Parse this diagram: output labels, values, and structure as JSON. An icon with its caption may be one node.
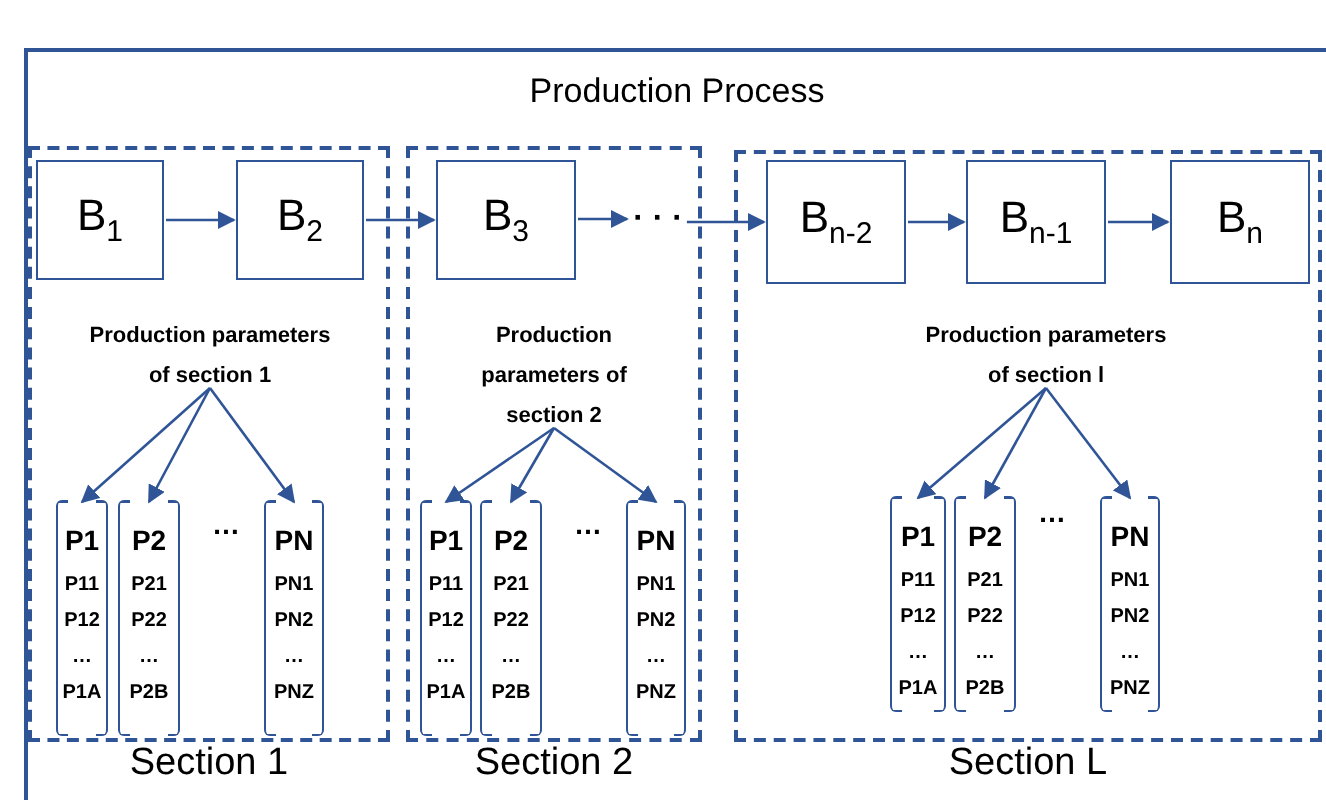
{
  "diagram": {
    "nodes": [
      {
        "text": [
          "Production Process"
        ]
      },
      {
        "text": [
          "Section 1"
        ],
        "in": 0
      },
      {
        "text": [
          "B$_{1}$"
        ],
        "in": 1
      },
      {
        "text": [
          "B$_{2}$"
        ],
        "in": 1
      },
      {
        "text": [
          "Production parameters of section 1"
        ],
        "in": 1
      },
      {
        "text": [
          "P1",
          "P11",
          "P12",
          "…",
          "P1A"
        ],
        "in": 1
      },
      {
        "text": [
          "P2",
          "P21",
          "P22",
          "…",
          "P2B"
        ],
        "in": 1
      },
      {
        "text": [
          "PN",
          "PN1",
          "PN2",
          "…",
          "PNZ"
        ],
        "in": 1
      },
      {
        "text": [
          "Section 2"
        ],
        "in": 0
      },
      {
        "text": [
          "B$_{3}$"
        ],
        "in": 8
      },
      {
        "text": [
          "Production parameters of section 2"
        ],
        "in": 8
      },
      {
        "text": [
          "P1",
          "P11",
          "P12",
          "…",
          "P1A"
        ],
        "in": 8
      },
      {
        "text": [
          "P2",
          "P21",
          "P22",
          "…",
          "P2B"
        ],
        "in": 8
      },
      {
        "text": [
          "PN",
          "PN1",
          "PN2",
          "…",
          "PNZ"
        ],
        "in": 8
      },
      {
        "text": [
          "· · ·"
        ],
        "in": 8
      },
      {
        "text": [
          "Section L"
        ],
        "in": 0
      },
      {
        "text": [
          "B$_{n-2}$"
        ],
        "in": 15
      },
      {
        "text": [
          "B$_{n-1}$"
        ],
        "in": 15
      },
      {
        "text": [
          "B$_{n}$"
        ],
        "in": 15
      },
      {
        "text": [
          "Production parameters of section l"
        ],
        "in": 15
      },
      {
        "text": [
          "P1",
          "P11",
          "P12",
          "…",
          "P1A"
        ],
        "in": 15
      },
      {
        "text": [
          "P2",
          "P21",
          "P22",
          "…",
          "P2B"
        ],
        "in": 15
      },
      {
        "text": [
          "PN",
          "PN1",
          "PN2",
          "…",
          "PNZ"
        ],
        "in": 15
      }
    ],
    "edges": [
      {
        "from": 2,
        "to": 3,
        "arrow": "to"
      },
      {
        "from": 3,
        "to": 9,
        "arrow": "to"
      },
      {
        "from": 9,
        "to": 14,
        "arrow": "to"
      },
      {
        "from": 14,
        "to": 16,
        "arrow": "to"
      },
      {
        "from": 16,
        "to": 17,
        "arrow": "to"
      },
      {
        "from": 17,
        "to": 18,
        "arrow": "to"
      },
      {
        "from": 4,
        "to": 5,
        "arrow": "to"
      },
      {
        "from": 4,
        "to": 6,
        "arrow": "to"
      },
      {
        "from": 4,
        "to": 7,
        "arrow": "to"
      },
      {
        "from": 10,
        "to": 11,
        "arrow": "to"
      },
      {
        "from": 10,
        "to": 12,
        "arrow": "to"
      },
      {
        "from": 10,
        "to": 13,
        "arrow": "to"
      },
      {
        "from": 19,
        "to": 20,
        "arrow": "to"
      },
      {
        "from": 19,
        "to": 21,
        "arrow": "to"
      },
      {
        "from": 19,
        "to": 22,
        "arrow": "to"
      }
    ],
    "labels": [
      "…",
      "…",
      "…"
    ]
  }
}
